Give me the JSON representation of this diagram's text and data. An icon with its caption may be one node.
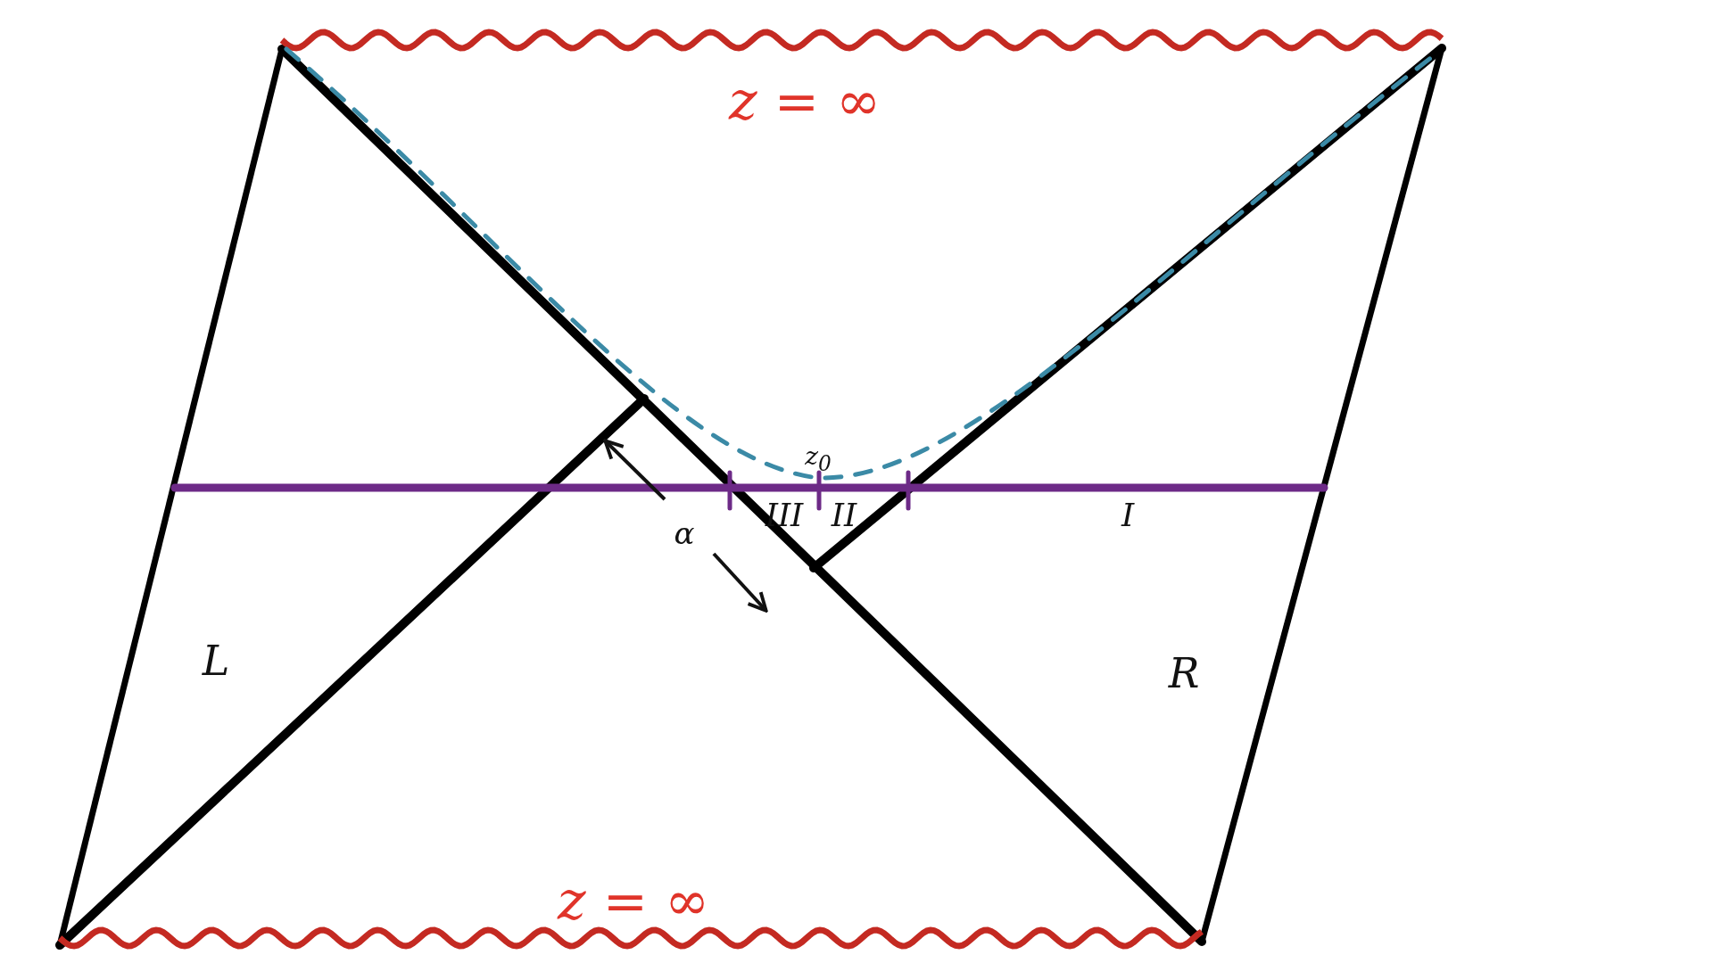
{
  "diagram": {
    "labels": [
      "z = ∞",
      "z$_{0}$",
      "III",
      "II",
      "I",
      "α",
      "L",
      "R",
      "z = ∞"
    ]
  }
}
